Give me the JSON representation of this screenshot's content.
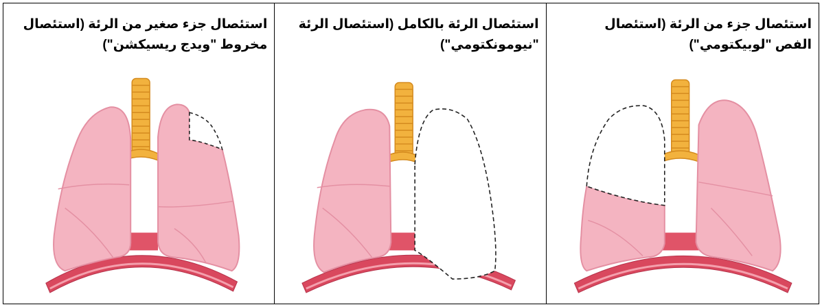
{
  "panels": [
    {
      "id": "lobectomy",
      "title_line1": "استئصال جزء من الرئة (استئصال",
      "title_line2": "الفص \"لوبيكتومي\")",
      "removed": "left-upper-lobe"
    },
    {
      "id": "pneumonectomy",
      "title_line1": "استئصال الرئة بالكامل (استئصال الرئة",
      "title_line2": "\"نيومونكتومي\")",
      "removed": "entire-right-lung"
    },
    {
      "id": "wedge",
      "title_line1": "استئصال جزء صغير من الرئة (استئصال",
      "title_line2": "مخروط \"ويدج ريسيكشن\")",
      "removed": "wedge-of-right-lung"
    }
  ],
  "colors": {
    "lung_fill": "#f4b4c1",
    "lung_stroke": "#e48fa2",
    "lobe_line": "#e490a3",
    "trachea": "#f2b23e",
    "trachea_ring": "#d48a1e",
    "diaphragm": "#d9485e",
    "removed_outline": "#222222"
  }
}
